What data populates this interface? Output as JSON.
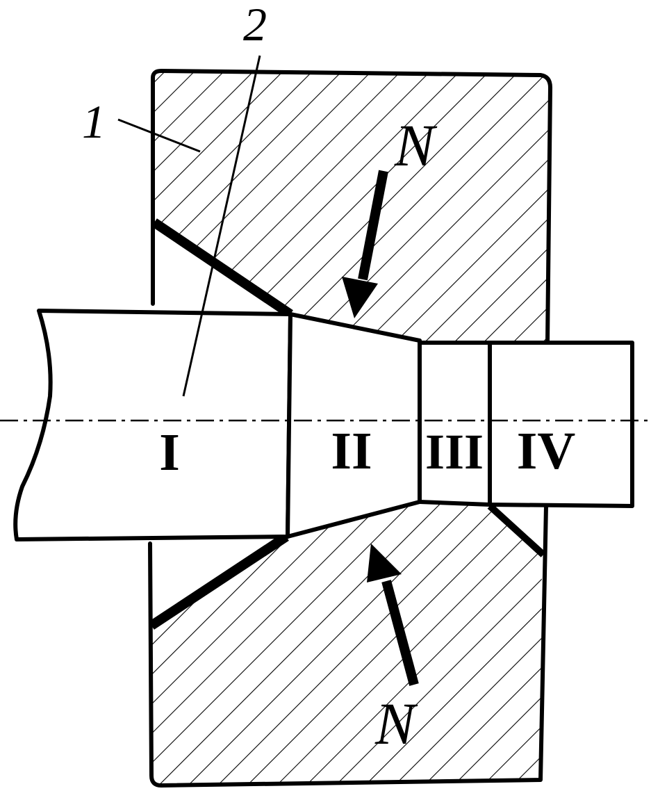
{
  "labels": {
    "die_number": "1",
    "workpiece_number": "2",
    "force_top": "N",
    "force_bottom": "N"
  },
  "zones": {
    "zone1": "I",
    "zone2": "II",
    "zone3": "III",
    "zone4": "IV"
  },
  "colors": {
    "stroke": "#000000",
    "background": "#ffffff"
  }
}
